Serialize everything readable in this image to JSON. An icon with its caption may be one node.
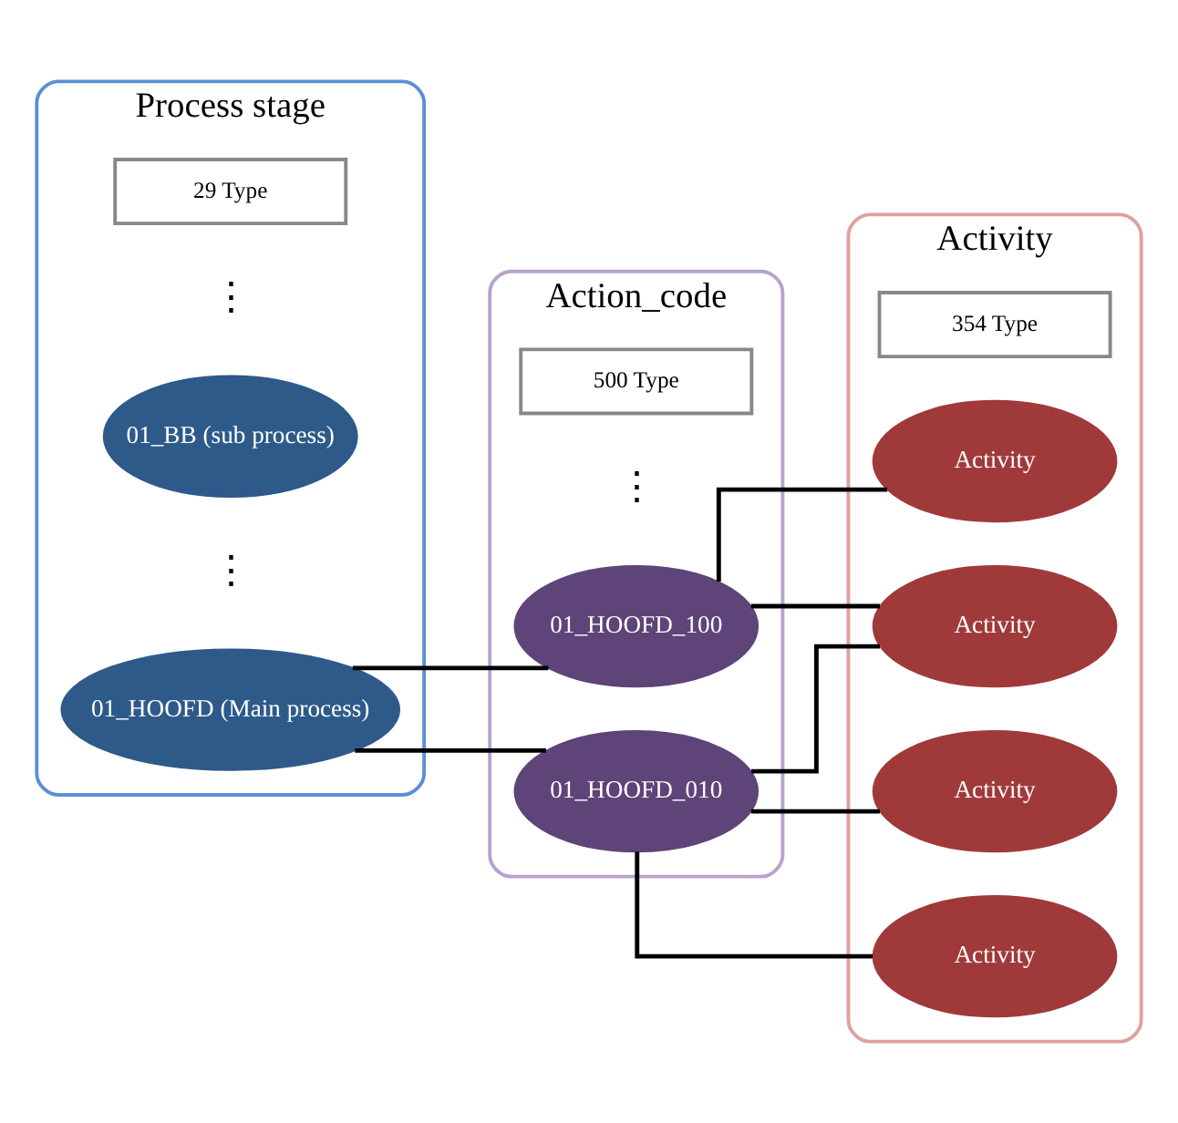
{
  "diagram": {
    "nodes": [
      {
        "text": [
          "Process stage"
        ]
      },
      {
        "text": [
          "01_HOOFD (Main process)"
        ],
        "in": 0
      },
      {
        "text": [
          "01_BB (sub process)"
        ],
        "in": 0
      },
      {
        "text": [
          "29 Type"
        ],
        "in": 0
      },
      {
        "text": [
          "Action_code"
        ]
      },
      {
        "text": [
          "01_HOOFD_010"
        ],
        "in": 4
      },
      {
        "text": [
          "01_HOOFD_100"
        ],
        "in": 4
      },
      {
        "text": [
          "500 Type"
        ],
        "in": 4
      },
      {
        "text": [
          "Activity"
        ]
      },
      {
        "text": [
          "Activity"
        ],
        "in": 8
      },
      {
        "text": [
          "Activity"
        ],
        "in": 8
      },
      {
        "text": [
          "Activity"
        ],
        "in": 8
      },
      {
        "text": [
          "Activity"
        ],
        "in": 8
      },
      {
        "text": [
          "354 Type"
        ],
        "in": 8
      }
    ],
    "edges": [
      {
        "from": 1,
        "to": 5,
        "arrow": "none"
      },
      {
        "from": 1,
        "to": 6,
        "arrow": "none"
      },
      {
        "from": 5,
        "to": 9,
        "arrow": "none"
      },
      {
        "from": 5,
        "to": 10,
        "arrow": "none"
      },
      {
        "from": 5,
        "to": 11,
        "arrow": "none"
      },
      {
        "from": 6,
        "to": 11,
        "arrow": "none"
      },
      {
        "from": 6,
        "to": 12,
        "arrow": "none"
      }
    ],
    "labels": [
      "⋮",
      "⋮",
      "⋮"
    ]
  }
}
